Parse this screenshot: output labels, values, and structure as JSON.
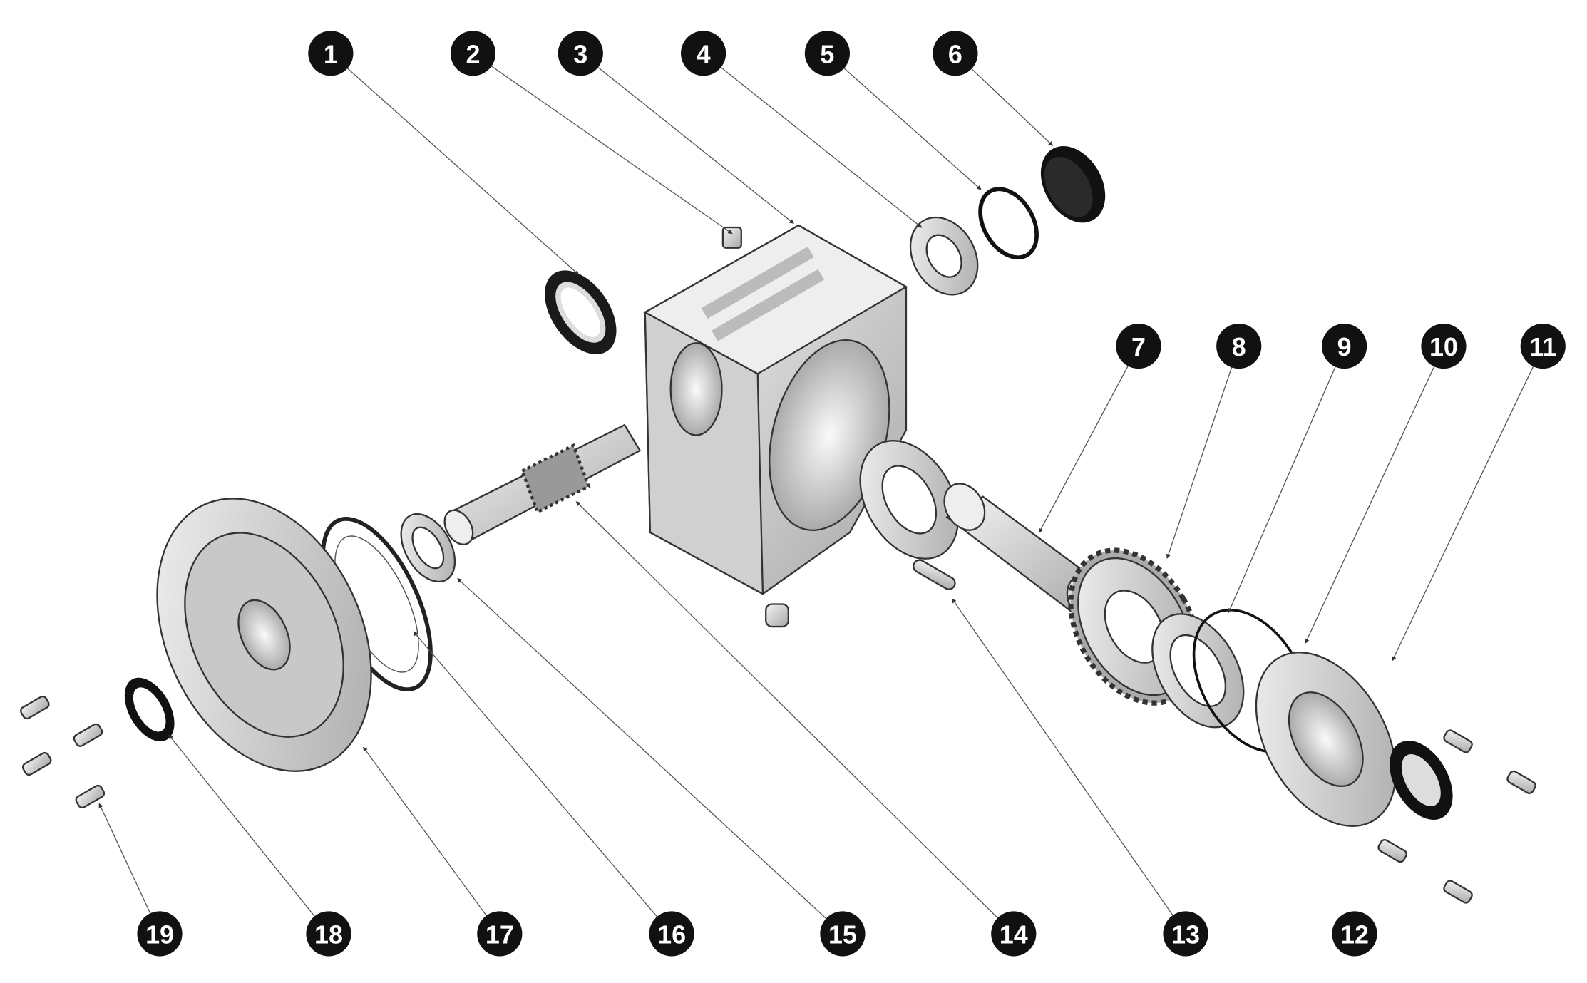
{
  "diagram": {
    "type": "exploded-assembly",
    "callouts": [
      {
        "label": "1"
      },
      {
        "label": "2"
      },
      {
        "label": "3"
      },
      {
        "label": "4"
      },
      {
        "label": "5"
      },
      {
        "label": "6"
      },
      {
        "label": "7"
      },
      {
        "label": "8"
      },
      {
        "label": "9"
      },
      {
        "label": "10"
      },
      {
        "label": "11"
      },
      {
        "label": "12"
      },
      {
        "label": "13"
      },
      {
        "label": "14"
      },
      {
        "label": "15"
      },
      {
        "label": "16"
      },
      {
        "label": "17"
      },
      {
        "label": "18"
      },
      {
        "label": "19"
      }
    ],
    "colors": {
      "callout_fill": "#111111",
      "callout_text": "#ffffff",
      "leader": "#555555",
      "metal": "#d9d9d9",
      "seal": "#1a1a1a"
    }
  }
}
